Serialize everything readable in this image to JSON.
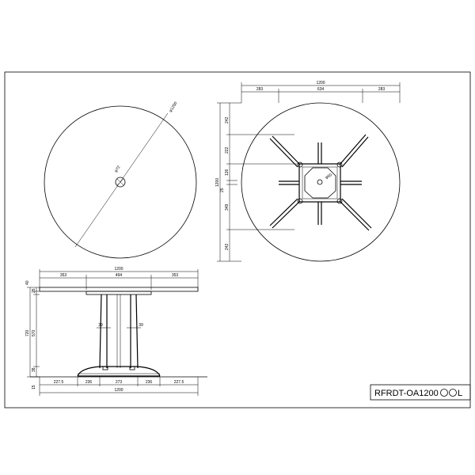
{
  "model_code": "RFRDT-OA1200",
  "model_suffix": "L",
  "top_view": {
    "diameter_label": "φ1200",
    "hole_label": "φ72"
  },
  "base_view": {
    "width_total": "1200",
    "width_parts": [
      "283",
      "634",
      "283"
    ],
    "height_total": "1200",
    "height_parts": [
      "242",
      "222",
      "126",
      "349",
      "242"
    ],
    "small_offset": "25",
    "hole_label": "φ60"
  },
  "side_view": {
    "top_width": "1200",
    "top_parts": [
      "353",
      "494",
      "353"
    ],
    "height_total": "720",
    "height_parts": [
      "40",
      "25",
      "570",
      "38",
      "15"
    ],
    "post_width_left": "39",
    "post_width_right": "39",
    "bottom_parts": [
      "227.5",
      "236",
      "273",
      "236",
      "227.5"
    ],
    "bottom_total": "1200"
  }
}
